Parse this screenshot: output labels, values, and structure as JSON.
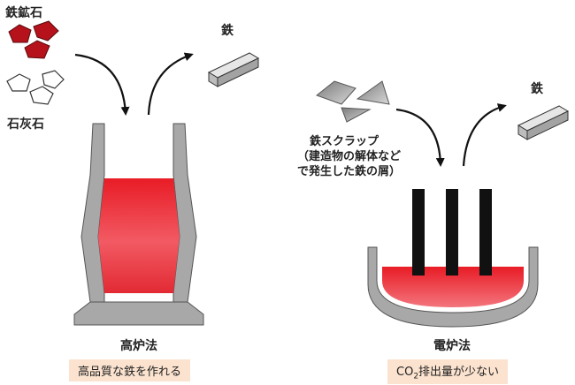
{
  "blast_furnace": {
    "input_ore": "鉄鉱石",
    "input_limestone": "石灰石",
    "output": "鉄",
    "name": "高炉法",
    "benefit": "高品質な鉄を作れる"
  },
  "electric_furnace": {
    "input_title": "鉄スクラップ",
    "input_line1": "（建造物の解体など",
    "input_line2": "で発生した鉄の屑）",
    "output": "鉄",
    "name": "電炉法",
    "benefit_pre": "CO",
    "benefit_sub": "2",
    "benefit_post": "排出量が少ない"
  },
  "colors": {
    "ore": "#b5121b",
    "molten_top": "#e8202a",
    "molten_mid": "#f05a63",
    "furnace_gray": "#a8a8a8",
    "electrode": "#111111",
    "caption_bg": "#fbe3cf"
  }
}
